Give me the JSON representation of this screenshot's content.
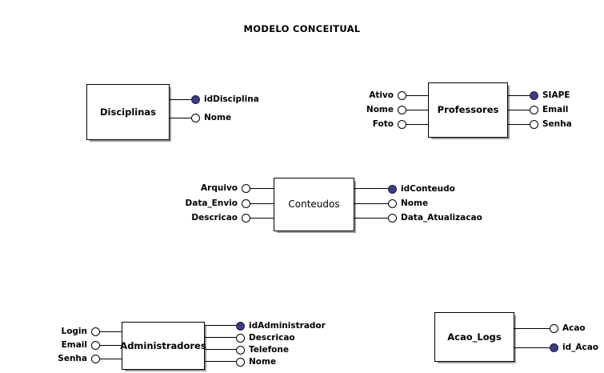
{
  "title": "MODELO CONCEITUAL",
  "colors": {
    "key_fill": "#3c3c82",
    "stroke": "#000000",
    "shadow": "#9b9b9b",
    "background": "#ffffff"
  },
  "entities": [
    {
      "name": "Disciplinas",
      "attributes_left": [],
      "attributes_right": [
        {
          "label": "idDisciplina",
          "key": true
        },
        {
          "label": "Nome",
          "key": false
        }
      ]
    },
    {
      "name": "Professores",
      "attributes_left": [
        {
          "label": "Ativo",
          "key": false
        },
        {
          "label": "Nome",
          "key": false
        },
        {
          "label": "Foto",
          "key": false
        }
      ],
      "attributes_right": [
        {
          "label": "SIAPE",
          "key": true
        },
        {
          "label": "Email",
          "key": false
        },
        {
          "label": "Senha",
          "key": false
        }
      ]
    },
    {
      "name": "Conteudos",
      "attributes_left": [
        {
          "label": "Arquivo",
          "key": false
        },
        {
          "label": "Data_Envio",
          "key": false
        },
        {
          "label": "Descricao",
          "key": false
        }
      ],
      "attributes_right": [
        {
          "label": "idConteudo",
          "key": true
        },
        {
          "label": "Nome",
          "key": false
        },
        {
          "label": "Data_Atualizacao",
          "key": false
        }
      ]
    },
    {
      "name": "Administradores",
      "attributes_left": [
        {
          "label": "Login",
          "key": false
        },
        {
          "label": "Email",
          "key": false
        },
        {
          "label": "Senha",
          "key": false
        }
      ],
      "attributes_right": [
        {
          "label": "idAdministrador",
          "key": true
        },
        {
          "label": "Descricao",
          "key": false
        },
        {
          "label": "Telefone",
          "key": false
        },
        {
          "label": "Nome",
          "key": false
        }
      ]
    },
    {
      "name": "Acao_Logs",
      "attributes_left": [],
      "attributes_right": [
        {
          "label": "Acao",
          "key": false
        },
        {
          "label": "id_Acao",
          "key": true
        }
      ]
    }
  ]
}
